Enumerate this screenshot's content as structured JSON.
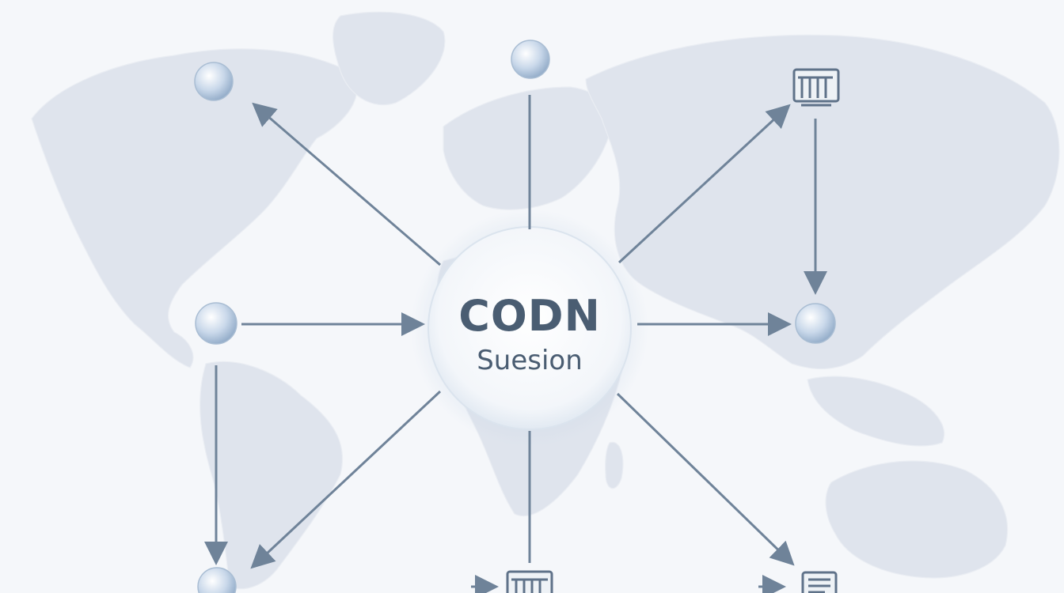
{
  "hub": {
    "title": "CODN",
    "subtitle": "Suesion"
  },
  "nodes": [
    {
      "id": "north-america",
      "kind": "globe"
    },
    {
      "id": "arctic",
      "kind": "globe"
    },
    {
      "id": "northeast-asia",
      "kind": "server"
    },
    {
      "id": "central-america",
      "kind": "globe"
    },
    {
      "id": "east-asia",
      "kind": "globe"
    },
    {
      "id": "south-america",
      "kind": "globe"
    },
    {
      "id": "south-atlantic",
      "kind": "server"
    },
    {
      "id": "south-indian",
      "kind": "document"
    }
  ],
  "colors": {
    "background": "#f5f7fa",
    "map_land": "#dde3ec",
    "arrow": "#6f8399",
    "hub_text": "#4a5d72",
    "icon_stroke": "#5f7289",
    "globe_light": "#ffffff",
    "globe_dark": "#9fb6d0"
  }
}
